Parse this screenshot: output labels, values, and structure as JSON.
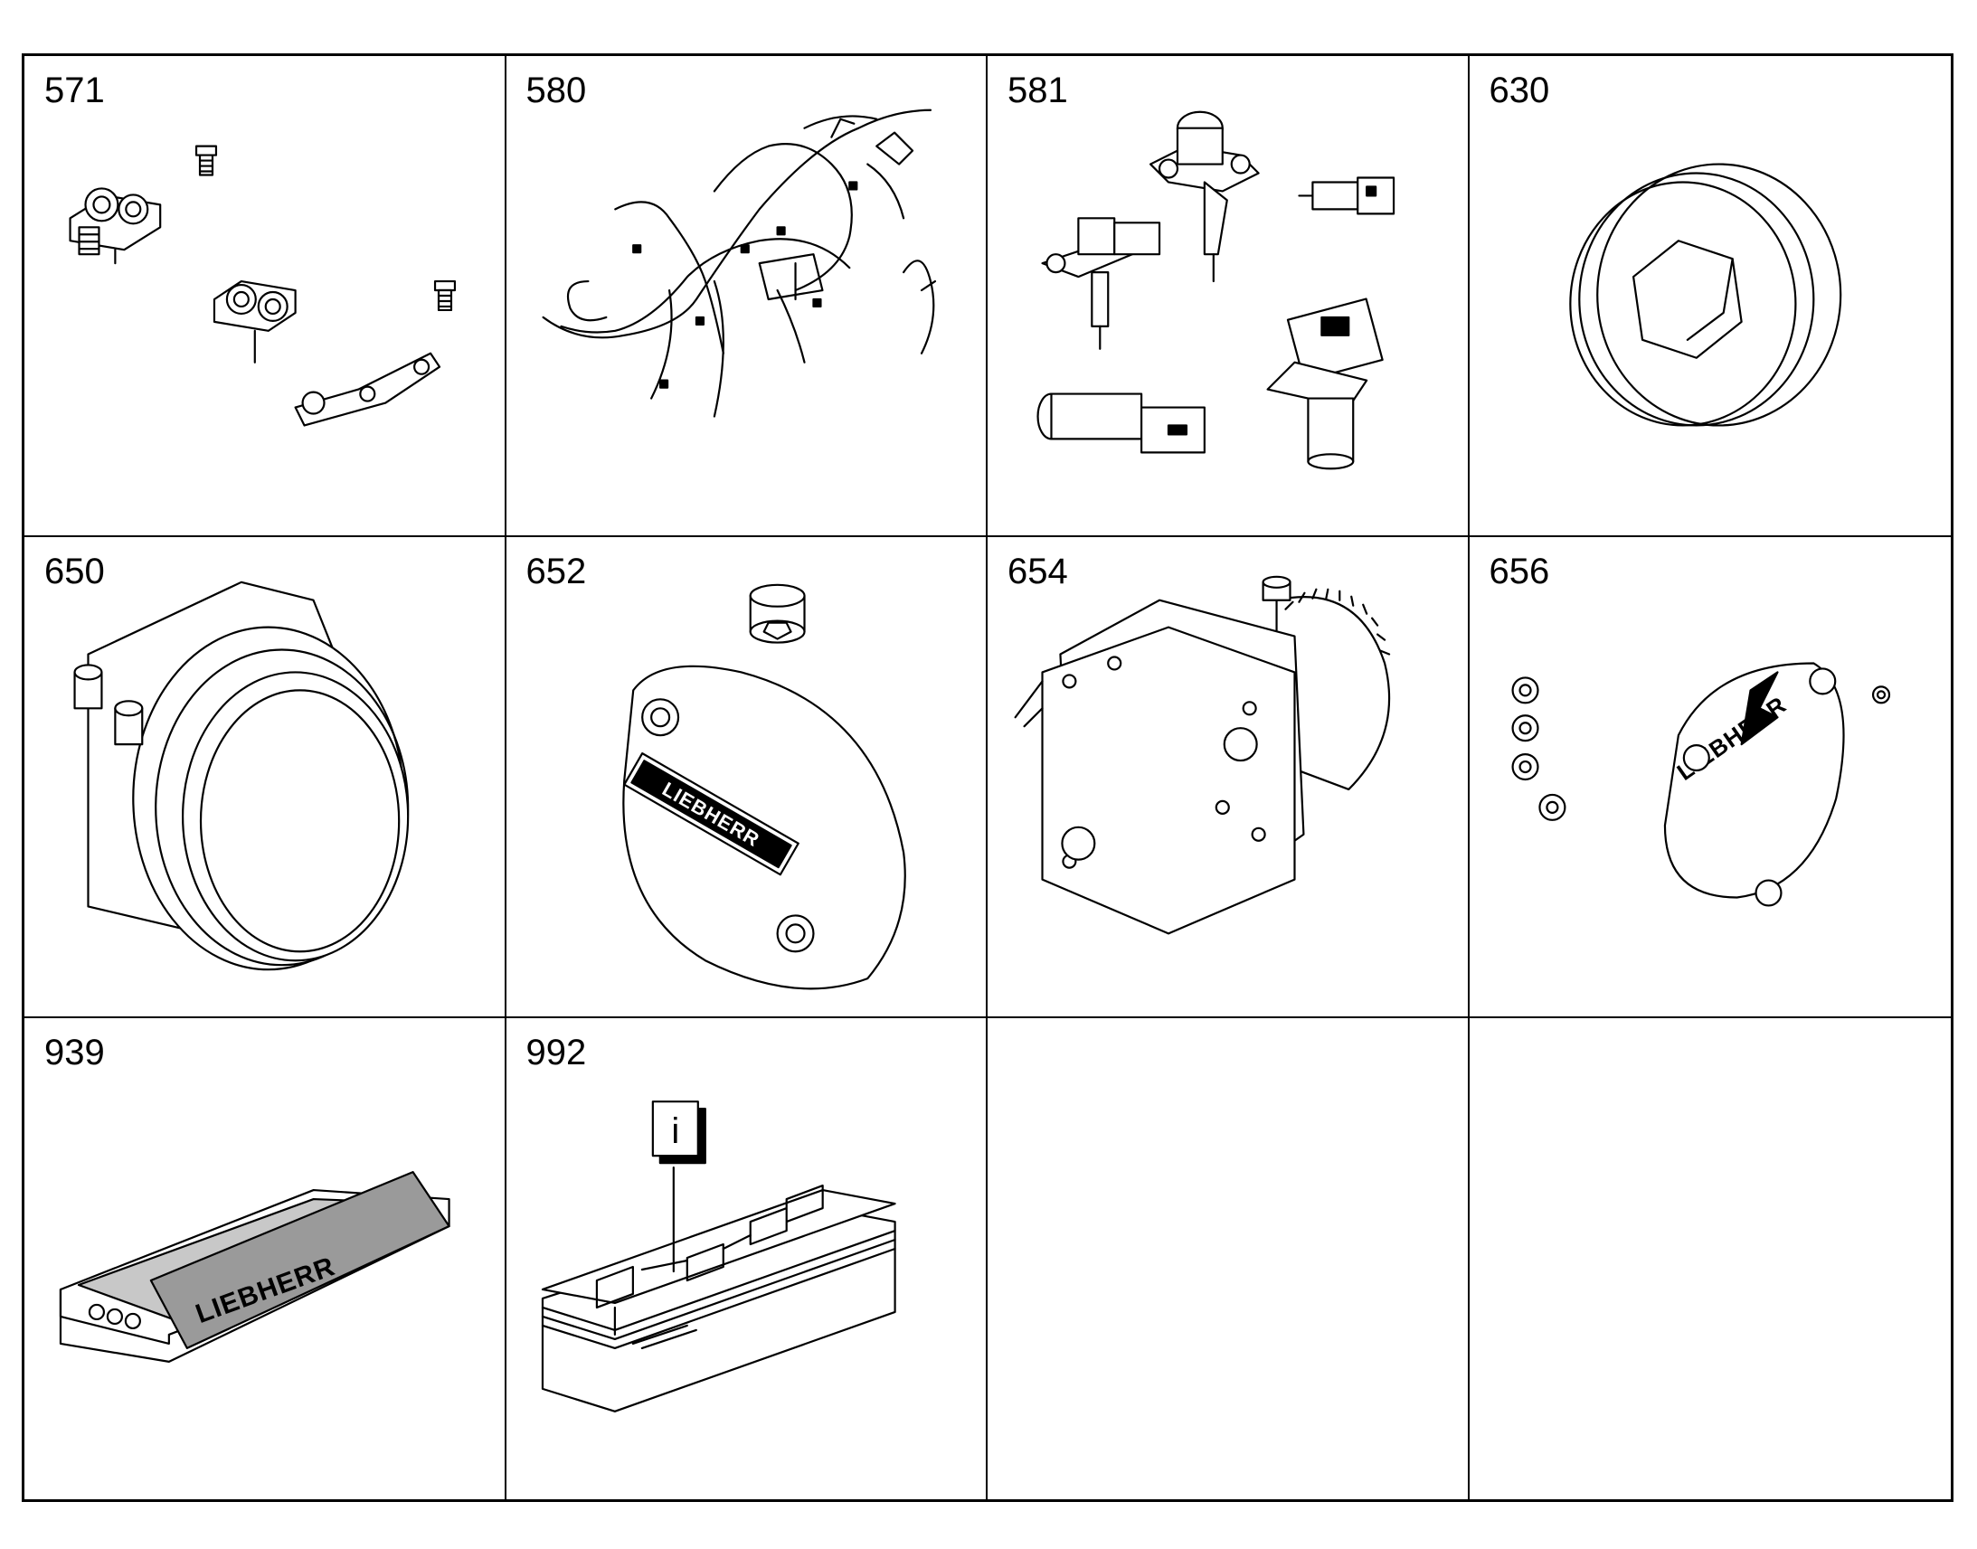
{
  "cells": [
    {
      "number": "571",
      "icon": "bracket-clamps-icon"
    },
    {
      "number": "580",
      "icon": "wiring-harness-icon"
    },
    {
      "number": "581",
      "icon": "sensors-icon"
    },
    {
      "number": "630",
      "icon": "hex-plug-icon"
    },
    {
      "number": "650",
      "icon": "flywheel-housing-icon"
    },
    {
      "number": "652",
      "icon": "cover-plate-icon",
      "logo": "LIEBHERR"
    },
    {
      "number": "654",
      "icon": "pump-assembly-icon"
    },
    {
      "number": "656",
      "icon": "cover-with-plugs-icon",
      "logo": "LIEBHERR"
    },
    {
      "number": "939",
      "icon": "document-case-icon",
      "logo": "LIEBHERR"
    },
    {
      "number": "992",
      "icon": "info-manual-icon",
      "info_glyph": "i"
    },
    {
      "number": "",
      "icon": ""
    },
    {
      "number": "",
      "icon": ""
    }
  ]
}
